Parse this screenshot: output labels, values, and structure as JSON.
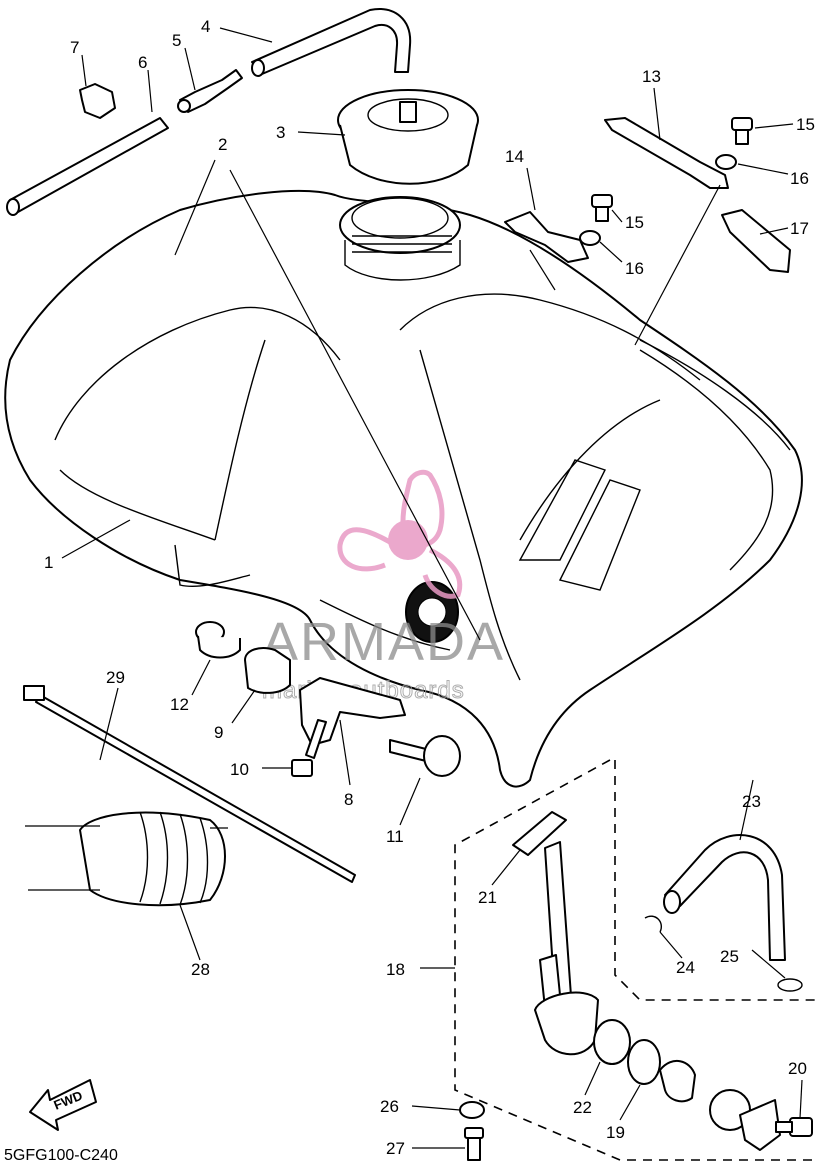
{
  "diagram": {
    "code": "5GFG100-C240",
    "fwd_label": "FWD",
    "watermark": {
      "brand": "ARMADA",
      "tagline": "marine outboards",
      "logo_color": "#e89ac4"
    },
    "callouts": [
      "1",
      "2",
      "3",
      "4",
      "5",
      "6",
      "7",
      "8",
      "9",
      "10",
      "11",
      "12",
      "13",
      "14",
      "15",
      "15",
      "16",
      "16",
      "17",
      "18",
      "19",
      "20",
      "21",
      "22",
      "23",
      "24",
      "25",
      "26",
      "27",
      "28",
      "29"
    ]
  }
}
